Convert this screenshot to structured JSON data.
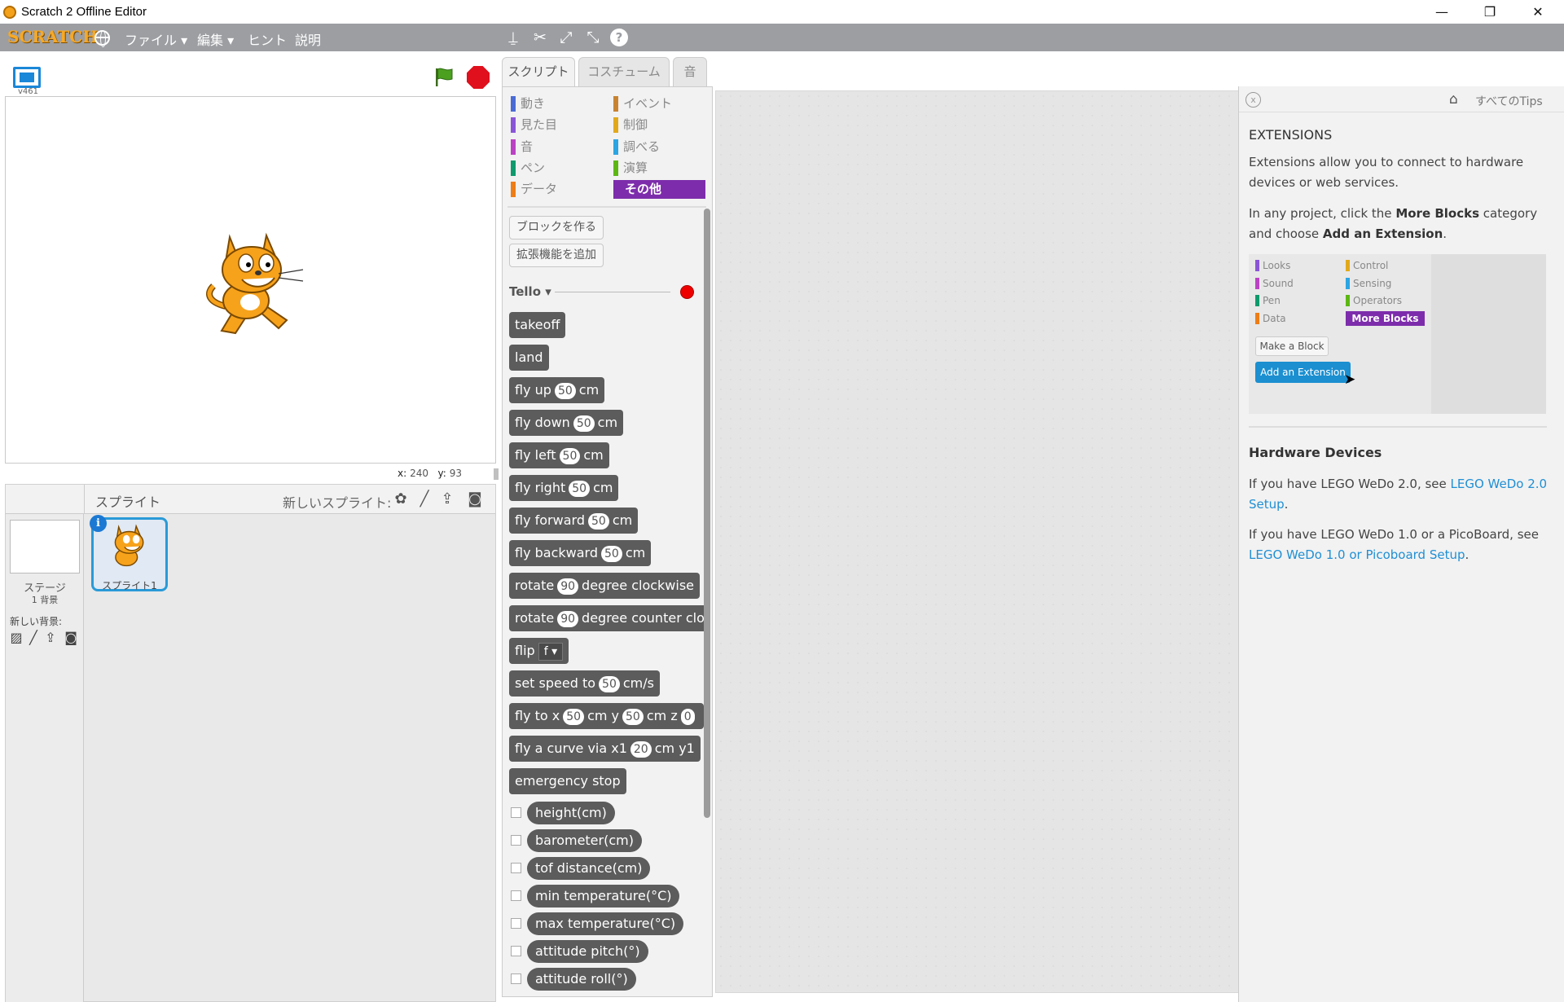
{
  "window": {
    "title": "Scratch 2 Offline Editor",
    "minimize": "—",
    "restore": "❐",
    "close": "✕"
  },
  "menubar": {
    "logo": "SCRATCH",
    "file": "ファイル ▾",
    "edit": "編集 ▾",
    "tips": "ヒント",
    "about": "説明",
    "tools": [
      "duplicate-icon",
      "delete-icon",
      "grow-icon",
      "shrink-icon",
      "help-icon"
    ]
  },
  "stage": {
    "version": "v461",
    "x_label": "x:",
    "x_value": "240",
    "y_label": "y:",
    "y_value": "93"
  },
  "sprites": {
    "title": "スプライト",
    "new_sprite_label": "新しいスプライト:",
    "stage_label": "ステージ",
    "stage_sub": "1 背景",
    "new_bg_label": "新しい背景:",
    "sprite1_name": "スプライト1",
    "info": "i"
  },
  "tabs": {
    "scripts": "スクリプト",
    "costumes": "コスチューム",
    "sounds": "音"
  },
  "palette": {
    "categories": [
      {
        "label": "動き",
        "color": "#4a6cd4"
      },
      {
        "label": "見た目",
        "color": "#8a55d7"
      },
      {
        "label": "音",
        "color": "#bb42c3"
      },
      {
        "label": "ペン",
        "color": "#0e9a6c"
      },
      {
        "label": "データ",
        "color": "#ee7d16"
      },
      {
        "label": "イベント",
        "color": "#c88330"
      },
      {
        "label": "制御",
        "color": "#e1a91a"
      },
      {
        "label": "調べる",
        "color": "#2ca5e2"
      },
      {
        "label": "演算",
        "color": "#5cb712"
      },
      {
        "label": "その他",
        "color": "#632d99"
      }
    ],
    "make_block": "ブロックを作る",
    "add_extension": "拡張機能を追加",
    "extension_name": "Tello ▾",
    "blocks": {
      "takeoff": "takeoff",
      "land": "land",
      "fly_up": "fly up",
      "fly_up_val": "50",
      "fly_up_unit": "cm",
      "fly_down": "fly down",
      "fly_down_val": "50",
      "fly_down_unit": "cm",
      "fly_left": "fly left",
      "fly_left_val": "50",
      "fly_left_unit": "cm",
      "fly_right": "fly right",
      "fly_right_val": "50",
      "fly_right_unit": "cm",
      "fly_forward": "fly forward",
      "fly_forward_val": "50",
      "fly_forward_unit": "cm",
      "fly_backward": "fly backward",
      "fly_backward_val": "50",
      "fly_backward_unit": "cm",
      "rotate_cw": "rotate",
      "rotate_cw_val": "90",
      "rotate_cw_tail": "degree clockwise",
      "rotate_ccw": "rotate",
      "rotate_ccw_val": "90",
      "rotate_ccw_tail": "degree counter clo",
      "flip": "flip",
      "flip_val": "f ▾",
      "set_speed": "set speed to",
      "set_speed_val": "50",
      "set_speed_unit": "cm/s",
      "fly_to": "fly to x",
      "fly_to_x": "50",
      "fly_to_mid": "cm y",
      "fly_to_y": "50",
      "fly_to_mid2": "cm z",
      "fly_to_z": "0",
      "curve": "fly a curve via x1",
      "curve_val": "20",
      "curve_tail": "cm y1",
      "emergency": "emergency stop"
    },
    "reporters": [
      "height(cm)",
      "barometer(cm)",
      "tof distance(cm)",
      "min temperature(°C)",
      "max temperature(°C)",
      "attitude pitch(°)",
      "attitude roll(°)"
    ]
  },
  "tips": {
    "close": "x",
    "all_tips": "すべてのTips",
    "heading": "EXTENSIONS",
    "p1": "Extensions allow you to connect to hardware devices or web services.",
    "p2_a": "In any project, click the ",
    "p2_b": "More Blocks",
    "p2_c": " category and choose ",
    "p2_d": "Add an Extension",
    "p2_e": ".",
    "shot": {
      "looks": "Looks",
      "control": "Control",
      "sound": "Sound",
      "sensing": "Sensing",
      "pen": "Pen",
      "operators": "Operators",
      "data": "Data",
      "more_blocks": "More Blocks",
      "make_block": "Make a Block",
      "add_extension": "Add an Extension"
    },
    "hw_heading": "Hardware Devices",
    "p3_a": "If you have LEGO WeDo 2.0, see ",
    "p3_link": "LEGO WeDo 2.0 Setup",
    "p3_b": ".",
    "p4_a": "If you have LEGO WeDo 1.0 or a PicoBoard, see ",
    "p4_link": "LEGO WeDo 1.0 or Picoboard Setup",
    "p4_b": "."
  }
}
